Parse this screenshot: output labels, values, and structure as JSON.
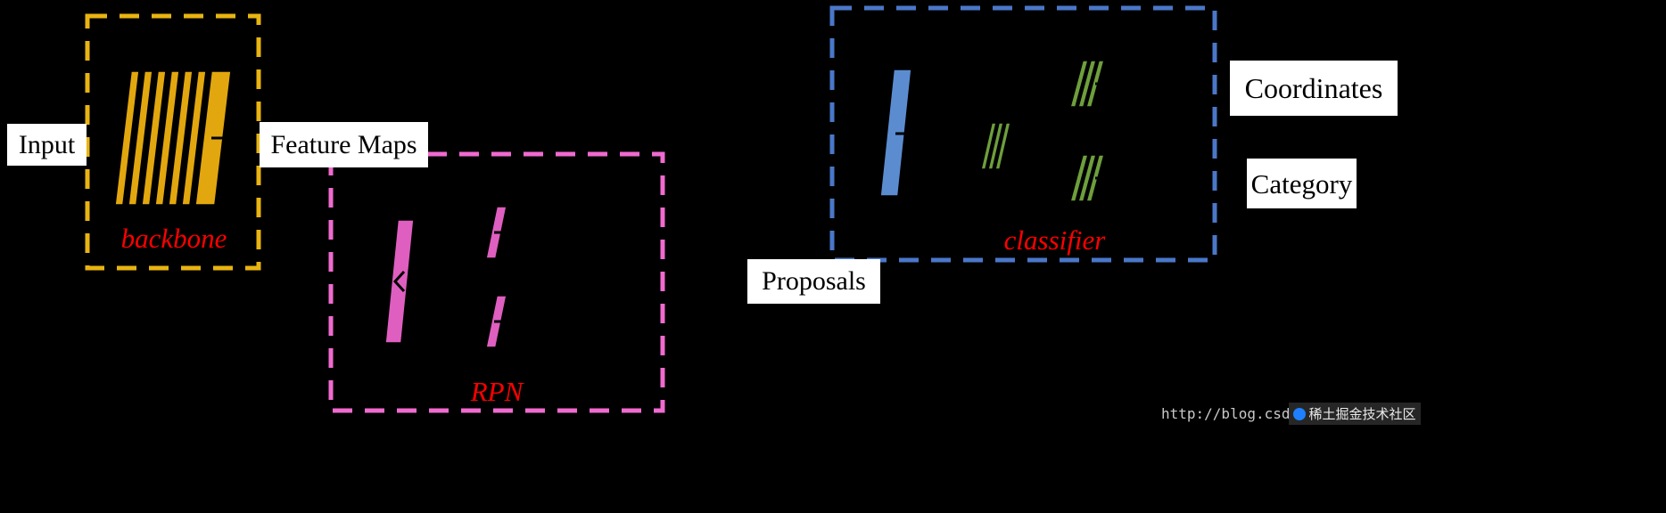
{
  "colors": {
    "background": "#000000",
    "backbone_border": "#E8B412",
    "backbone_fill": "#E2A70E",
    "rpn_border": "#F06ACF",
    "rpn_fill": "#DE5FC0",
    "classifier_border": "#4A77C9",
    "classifier_fill": "#5C8CD0",
    "classifier_green": "#6E9F3C",
    "module_label": "#FF0000",
    "label_bg": "#FFFFFF",
    "label_text": "#000000"
  },
  "modules": {
    "backbone": {
      "label": "backbone"
    },
    "rpn": {
      "label": "RPN"
    },
    "classifier": {
      "label": "classifier"
    }
  },
  "io_labels": {
    "input": "Input",
    "feature_maps": "Feature Maps",
    "proposals": "Proposals",
    "coordinates": "Coordinates",
    "category": "Category"
  },
  "watermark": {
    "url": "http://blog.csd",
    "badge": "稀土掘金技术社区"
  }
}
